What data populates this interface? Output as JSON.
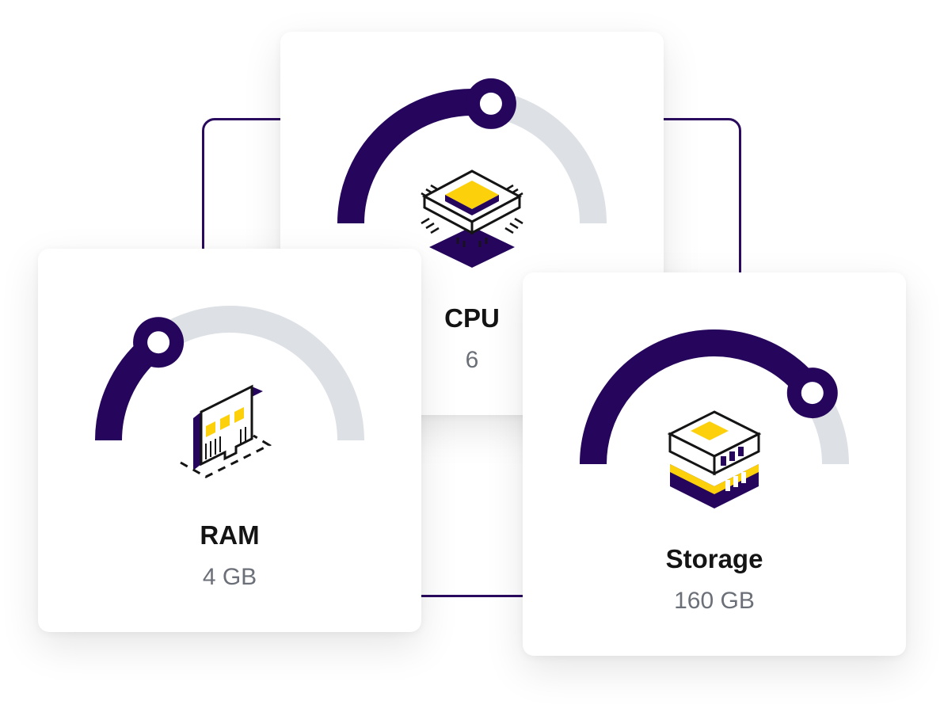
{
  "colors": {
    "accent": "#26055c",
    "track": "#dde0e4",
    "chip": "#fcd00b",
    "label": "#141414",
    "value": "#6b6f78"
  },
  "cards": [
    {
      "id": "cpu",
      "label": "CPU",
      "value": "6",
      "icon": "cpu-chip-icon",
      "level": 0.55
    },
    {
      "id": "ram",
      "label": "RAM",
      "value": "4 GB",
      "icon": "ram-module-icon",
      "level": 0.3
    },
    {
      "id": "storage",
      "label": "Storage",
      "value": "160 GB",
      "icon": "storage-drive-icon",
      "level": 0.8
    }
  ]
}
